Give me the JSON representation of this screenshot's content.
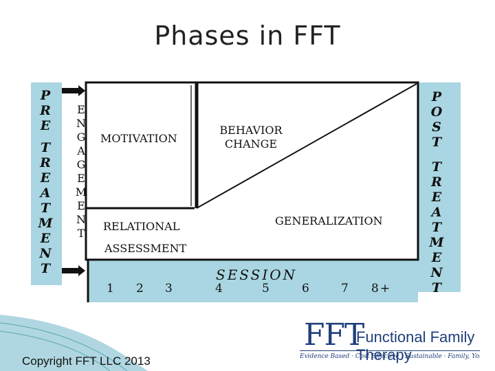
{
  "title": "Phases in FFT",
  "pre_treatment": [
    "P",
    "R",
    "E",
    "",
    "T",
    "R",
    "E",
    "A",
    "T",
    "M",
    "E",
    "N",
    "T"
  ],
  "post_treatment": [
    "P",
    "O",
    "S",
    "T",
    "",
    "T",
    "R",
    "E",
    "A",
    "T",
    "M",
    "E",
    "N",
    "T"
  ],
  "engagement": [
    "E",
    "N",
    "G",
    "A",
    "G",
    "E",
    "M",
    "E",
    "N",
    "T"
  ],
  "phases": {
    "motivation": "MOTIVATION",
    "relational": "RELATIONAL",
    "assessment": "ASSESSMENT",
    "behavior_change_1": "BEHAVIOR",
    "behavior_change_2": "CHANGE",
    "generalization": "GENERALIZATION"
  },
  "session_label": "SESSION",
  "session_numbers": [
    "1",
    "2",
    "3",
    "4",
    "5",
    "6",
    "7",
    "8+"
  ],
  "logo": {
    "mark": "FFT",
    "name": "Functional Family Therapy",
    "tagline": "Evidence Based · Cost Effective · Sustainable · Family, Youth & Culture Sensitive"
  },
  "copyright": "Copyright FFT LLC 2013",
  "colors": {
    "bar": "#a9d6e2",
    "wave": "#6fb7c9",
    "logo": "#1f3f7a"
  }
}
